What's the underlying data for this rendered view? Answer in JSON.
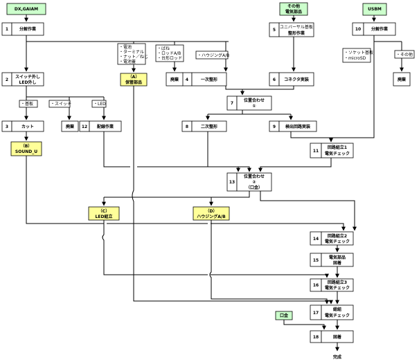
{
  "sources": {
    "dx_gaiam": "DX,GAIAM",
    "others": [
      "その他",
      "電気部品"
    ],
    "usbm": "USBM",
    "kuchigane": "口金"
  },
  "steps": {
    "s1": {
      "num": "1",
      "label": [
        "分解作業"
      ]
    },
    "s2": {
      "num": "2",
      "label": [
        "スイッチ外し",
        "LED外し"
      ]
    },
    "s3": {
      "num": "3",
      "label": [
        "カット"
      ]
    },
    "s4": {
      "num": "4",
      "label": [
        "一次整形"
      ]
    },
    "s5": {
      "num": "5",
      "label": [
        "ユニバーサル基板",
        "整形作業"
      ]
    },
    "s6": {
      "num": "6",
      "label": [
        "コネクタ実装"
      ]
    },
    "s7": {
      "num": "7",
      "label": [
        "位置合わせ",
        "①"
      ]
    },
    "s8": {
      "num": "8",
      "label": [
        "二次整形"
      ]
    },
    "s9": {
      "num": "9",
      "label": [
        "検出回路実装"
      ]
    },
    "s10": {
      "num": "10",
      "label": [
        "分解作業"
      ]
    },
    "s11": {
      "num": "11",
      "label": [
        "回路組立1",
        "電気チェック"
      ]
    },
    "s12": {
      "num": "12",
      "label": [
        "配線作業"
      ]
    },
    "s13": {
      "num": "13",
      "label": [
        "位置合わせ",
        "②",
        "（口金）"
      ]
    },
    "s14": {
      "num": "14",
      "label": [
        "回路組立2",
        "電気チェック"
      ]
    },
    "s15": {
      "num": "15",
      "label": [
        "電気部品",
        "固着"
      ]
    },
    "s16": {
      "num": "16",
      "label": [
        "回路組立3",
        "電気チェック"
      ]
    },
    "s17": {
      "num": "17",
      "label": [
        "総組",
        "電気チェック"
      ]
    },
    "s18": {
      "num": "18",
      "label": [
        "固着"
      ]
    }
  },
  "parts": {
    "a": [
      "（A）",
      "保管部品"
    ],
    "b": [
      "（B）",
      "SOUND_U"
    ],
    "c": [
      "（C）",
      "LED組立"
    ],
    "d": [
      "（D）",
      "ハウジングA/B"
    ]
  },
  "discard": "廃棄",
  "complete": "完成",
  "labels": {
    "a_items": [
      "・電池",
      "・ターミナル",
      "・ナット／ねじ",
      "・電池蓋"
    ],
    "bane": [
      "・ばね",
      "・ロッドA/B",
      "・台形ロッド"
    ],
    "housing": "・ハウジングA/B",
    "kiban": "・基板",
    "switch": "・スイッチ",
    "led": "・LED",
    "socket": [
      "・ソケット基板",
      "・microSD"
    ],
    "sonota": "・その他"
  },
  "colors": {
    "highlight": "#ffff99",
    "source": "#ccffcc"
  }
}
